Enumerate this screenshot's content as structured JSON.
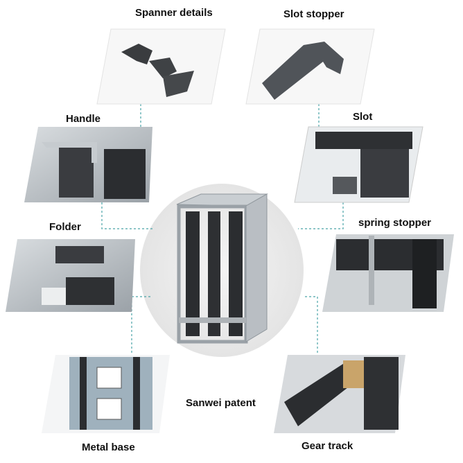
{
  "labels": {
    "spanner_details": "Spanner details",
    "slot_stopper": "Slot stopper",
    "handle": "Handle",
    "slot": "Slot",
    "folder": "Folder",
    "spring_stopper": "spring stopper",
    "sanwei_patent": "Sanwei patent",
    "metal_base": "Metal base",
    "gear_track": "Gear track"
  },
  "colors": {
    "connector": "#4aa3a8",
    "panel_shadow": "#e6e6e6",
    "metal": "#b9bec3",
    "dark": "#2b2d30"
  }
}
